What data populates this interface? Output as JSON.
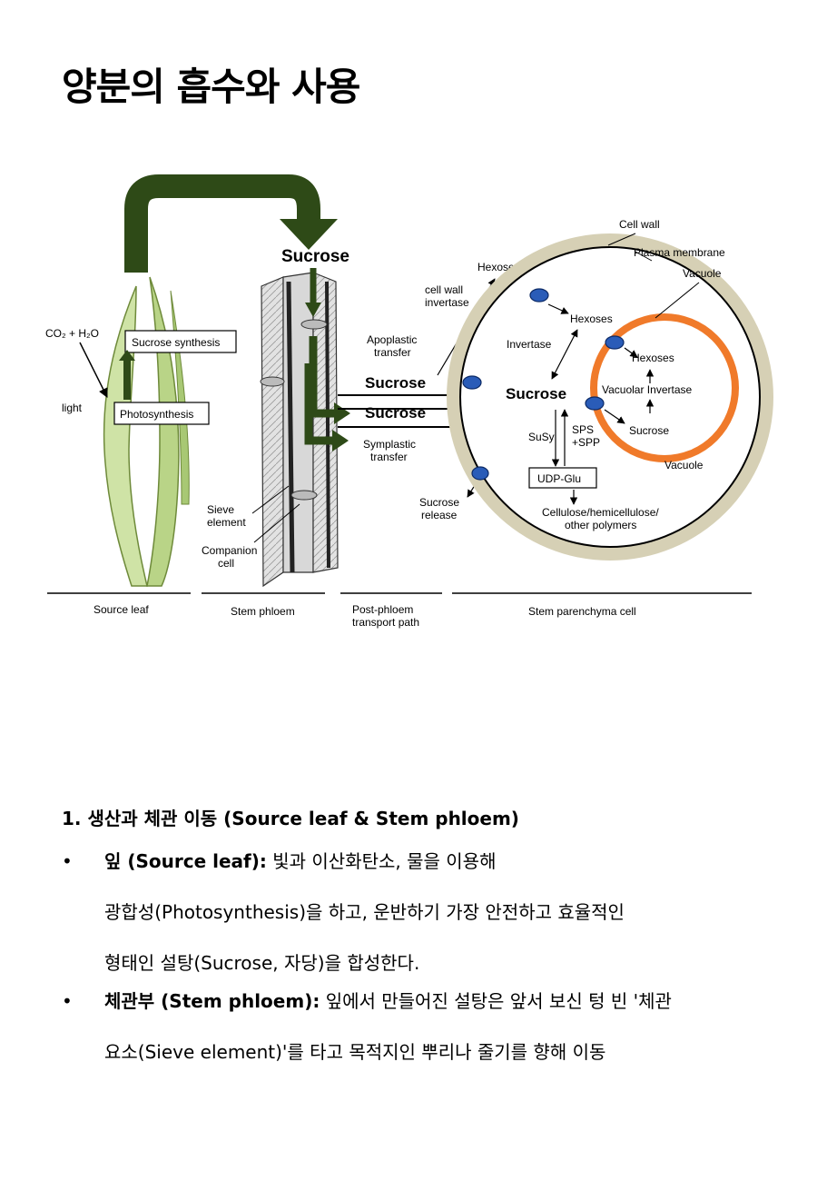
{
  "page": {
    "title": "양분의 흡수와 사용"
  },
  "figure": {
    "labels": {
      "co2_h2o": "CO₂ + H₂O",
      "light": "light",
      "sucrose_synthesis": "Sucrose synthesis",
      "photosynthesis": "Photosynthesis",
      "sucrose_top": "Sucrose",
      "sieve_element": [
        "Sieve",
        "element"
      ],
      "companion_cell": [
        "Companion",
        "cell"
      ],
      "apoplastic": [
        "Apoplastic",
        "transfer"
      ],
      "symplastic": [
        "Symplastic",
        "transfer"
      ],
      "sucrose_apo": "Sucrose",
      "sucrose_sym": "Sucrose",
      "cell_wall_invertase": [
        "cell wall",
        "invertase"
      ],
      "hexoses_out": "Hexoses",
      "sucrose_release": [
        "Sucrose",
        "release"
      ],
      "cell_wall": "Cell wall",
      "plasma_membrane": "Plasma membrane",
      "vacuole_top": "Vacuole",
      "hexoses_cyto": "Hexoses",
      "invertase": "Invertase",
      "sucrose_center": "Sucrose",
      "susy": "SuSy",
      "sps_spp": [
        "SPS",
        "+SPP"
      ],
      "udp_glu": "UDP-Glu",
      "polymers": [
        "Cellulose/hemicellulose/",
        "other polymers"
      ],
      "hexoses_vac": "Hexoses",
      "vacuolar_invertase": "Vacuolar Invertase",
      "sucrose_vac": "Sucrose",
      "vacuole_right": "Vacuole"
    },
    "axis_labels": {
      "source_leaf": "Source leaf",
      "stem_phloem": "Stem phloem",
      "post_phloem": [
        "Post-phloem",
        "transport path"
      ],
      "stem_parenchyma": "Stem parenchyma  cell"
    },
    "colors": {
      "arrow_green": "#2e4a17",
      "cell_wall": "#d6d0b5",
      "vacuole": "#f07a2a",
      "transporter": "#2a5cb8"
    }
  },
  "section": {
    "heading": "1. 생산과 체관 이동 (Source leaf & Stem phloem)",
    "items": [
      {
        "bullet": "•",
        "term": "잎 (Source leaf):",
        "lines": [
          "빛과 이산화탄소, 물을 이용해",
          "광합성(Photosynthesis)을 하고, 운반하기 가장 안전하고 효율적인",
          "형태인 설탕(Sucrose, 자당)을 합성한다."
        ]
      },
      {
        "bullet": "•",
        "term": "체관부 (Stem phloem):",
        "lines": [
          "잎에서 만들어진 설탕은 앞서 보신 텅 빈 '체관",
          "요소(Sieve element)'를 타고 목적지인 뿌리나 줄기를 향해 이동"
        ]
      }
    ]
  }
}
